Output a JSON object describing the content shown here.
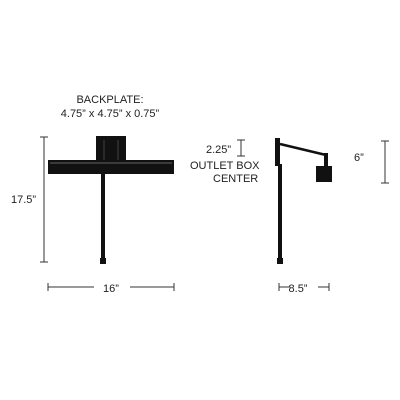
{
  "backplate": {
    "title": "BACKPLATE:",
    "size": "4.75” x 4.75” x 0.75”"
  },
  "front_view": {
    "height_label": "17.5”",
    "width_label": "16”"
  },
  "side_view": {
    "outlet_offset_label": "2.25”",
    "outlet_box_line1": "OUTLET BOX",
    "outlet_box_line2": "CENTER",
    "head_drop_label": "6”",
    "depth_label": "8.5”"
  },
  "colors": {
    "fixture": "#111111",
    "dimension_lines": "#333333",
    "text": "#222222"
  }
}
